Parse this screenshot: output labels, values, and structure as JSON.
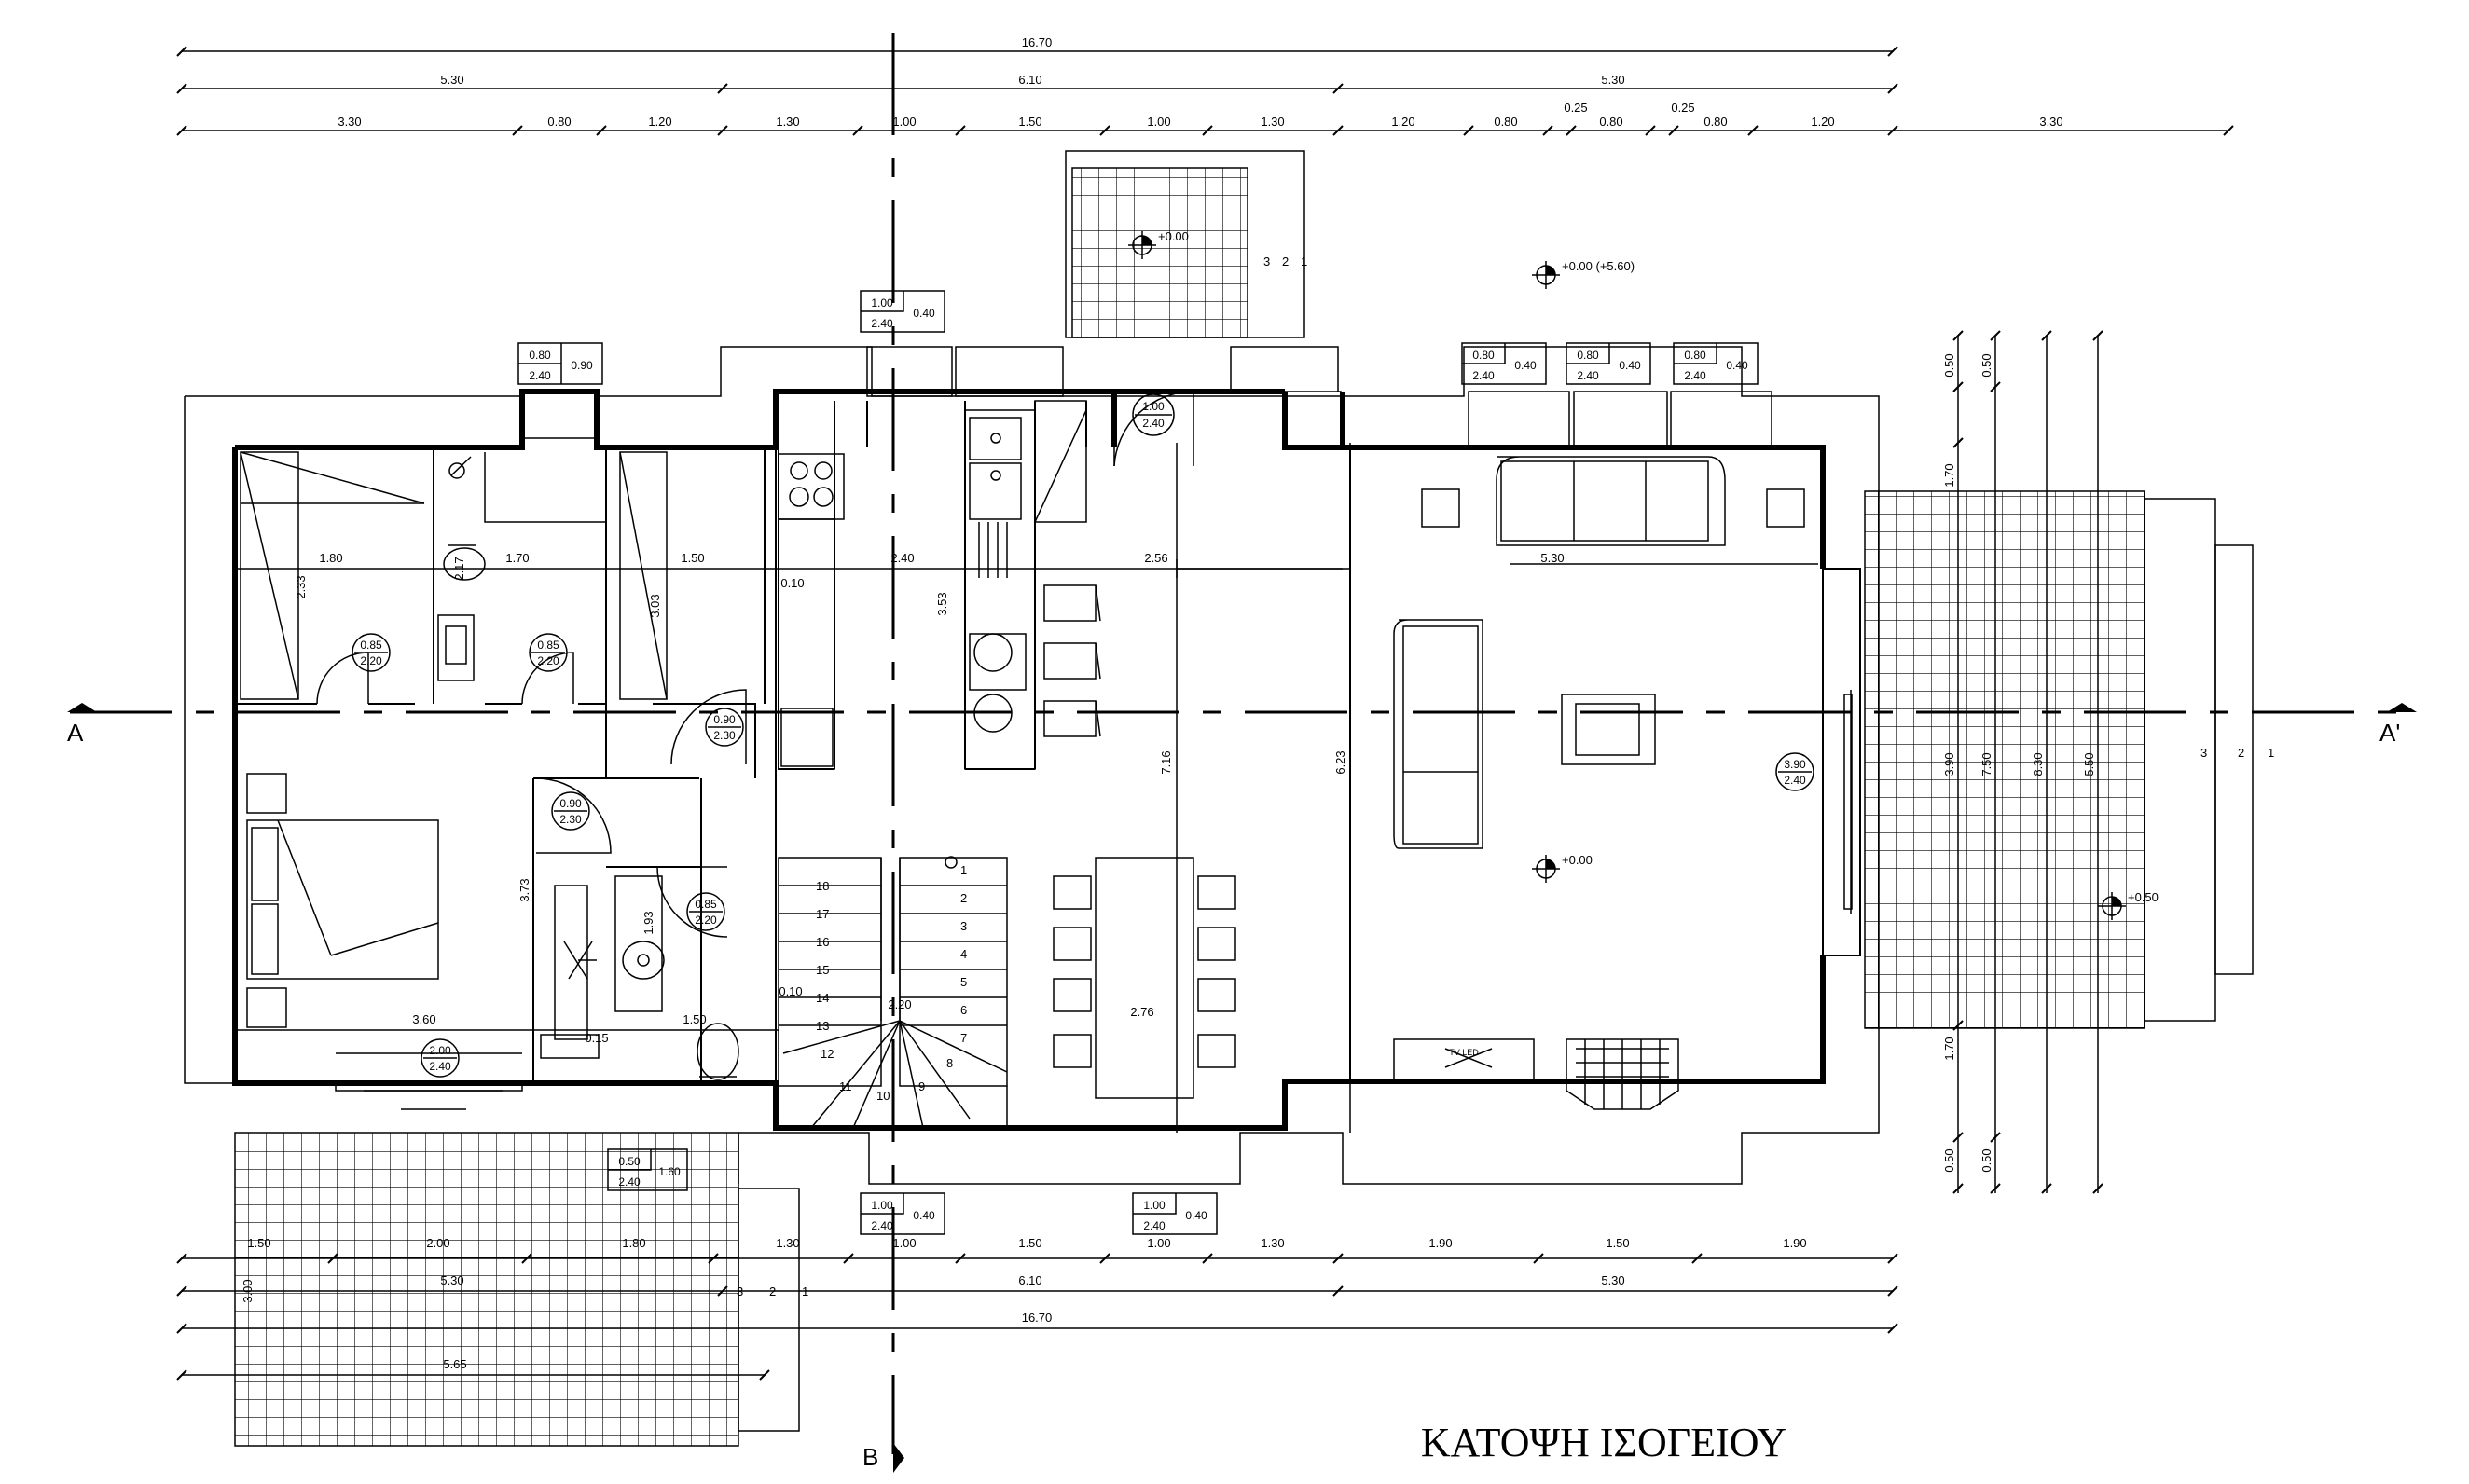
{
  "title": "ΚΑΤΟΨΗ ΙΣΟΓΕΙΟΥ",
  "section_marks": {
    "a_left": "A",
    "a_right": "A'",
    "b_bottom": "B"
  },
  "dims_top": {
    "total": "16.70",
    "l2": [
      "5.30",
      "6.10",
      "5.30"
    ],
    "l3": [
      "3.30",
      "0.80",
      "1.20",
      "1.30",
      "1.00",
      "1.50",
      "1.00",
      "1.30",
      "1.20",
      "0.80",
      "0.80",
      "0.80",
      "1.20",
      "3.30"
    ],
    "small": [
      "0.25",
      "0.25"
    ]
  },
  "dims_bottom": {
    "l1": [
      "1.50",
      "2.00",
      "1.80",
      "1.30",
      "1.00",
      "1.50",
      "1.00",
      "1.30",
      "1.90",
      "1.50",
      "1.90"
    ],
    "l2": [
      "5.30",
      "6.10",
      "5.30"
    ],
    "total": "16.70",
    "terrace": "5.65",
    "terrace_side": "3.00"
  },
  "dims_right": {
    "small": [
      "0.50",
      "0.50"
    ],
    "mid": "1.70",
    "runs": [
      "3.90",
      "7.50",
      "8.30",
      "5.50"
    ],
    "mid2": "1.70",
    "small_b": [
      "0.50",
      "0.50"
    ]
  },
  "interior_dims": {
    "d180": "1.80",
    "d170": "1.70",
    "d150": "1.50",
    "d240": "2.40",
    "d256": "2.56",
    "d530": "5.30",
    "d233": "2.33",
    "d303": "3.03",
    "d353": "3.53",
    "d716": "7.16",
    "d623": "6.23",
    "d373": "3.73",
    "d360": "3.60",
    "d150b": "1.50",
    "d276": "2.76",
    "d220": "2.20",
    "d010a": "0.10",
    "d010b": "0.10",
    "d015": "0.15",
    "d193": "1.93",
    "d217": "2.17",
    "d160": "1.60"
  },
  "tags": {
    "w_top_left": [
      "0.80",
      "2.40",
      "0.90"
    ],
    "w_top_mid": [
      "1.00",
      "2.40",
      "0.40"
    ],
    "w_top_r1": [
      "0.80",
      "2.40",
      "0.40"
    ],
    "w_top_r2": [
      "0.80",
      "2.40",
      "0.40"
    ],
    "w_top_r3": [
      "0.80",
      "2.40",
      "0.40"
    ],
    "w_bot1": [
      "1.00",
      "2.40",
      "0.40"
    ],
    "w_bot2": [
      "1.00",
      "2.40",
      "0.40"
    ],
    "w_bot_left": [
      "0.50",
      "2.40",
      "1.60"
    ],
    "door_entry": [
      "1.00",
      "2.40"
    ],
    "door_b1": [
      "0.85",
      "2.20"
    ],
    "door_b2": [
      "0.85",
      "2.20"
    ],
    "door_kit": [
      "0.90",
      "2.30"
    ],
    "door_bed": [
      "0.90",
      "2.30"
    ],
    "door_bath": [
      "0.85",
      "2.20"
    ],
    "door_liv": [
      "3.90",
      "2.40"
    ],
    "door_bedroom_win": [
      "2.00",
      "2.40"
    ]
  },
  "levels": {
    "l1": "+0.00 (+5.60)",
    "l2": "+0.00",
    "l3": "+0.00",
    "l4": "+0.50"
  },
  "stair_up": [
    "1",
    "2",
    "3",
    "4",
    "5",
    "6",
    "7",
    "8",
    "9",
    "10",
    "11",
    "12",
    "13",
    "14",
    "15",
    "16",
    "17",
    "18"
  ],
  "stair_dim": "2.20",
  "misc": {
    "tv": "TV LED",
    "ramp": [
      "3",
      "2",
      "1"
    ],
    "ramp2": [
      "3",
      "2",
      "1"
    ],
    "ramp3": [
      "3",
      "2",
      "1"
    ]
  }
}
